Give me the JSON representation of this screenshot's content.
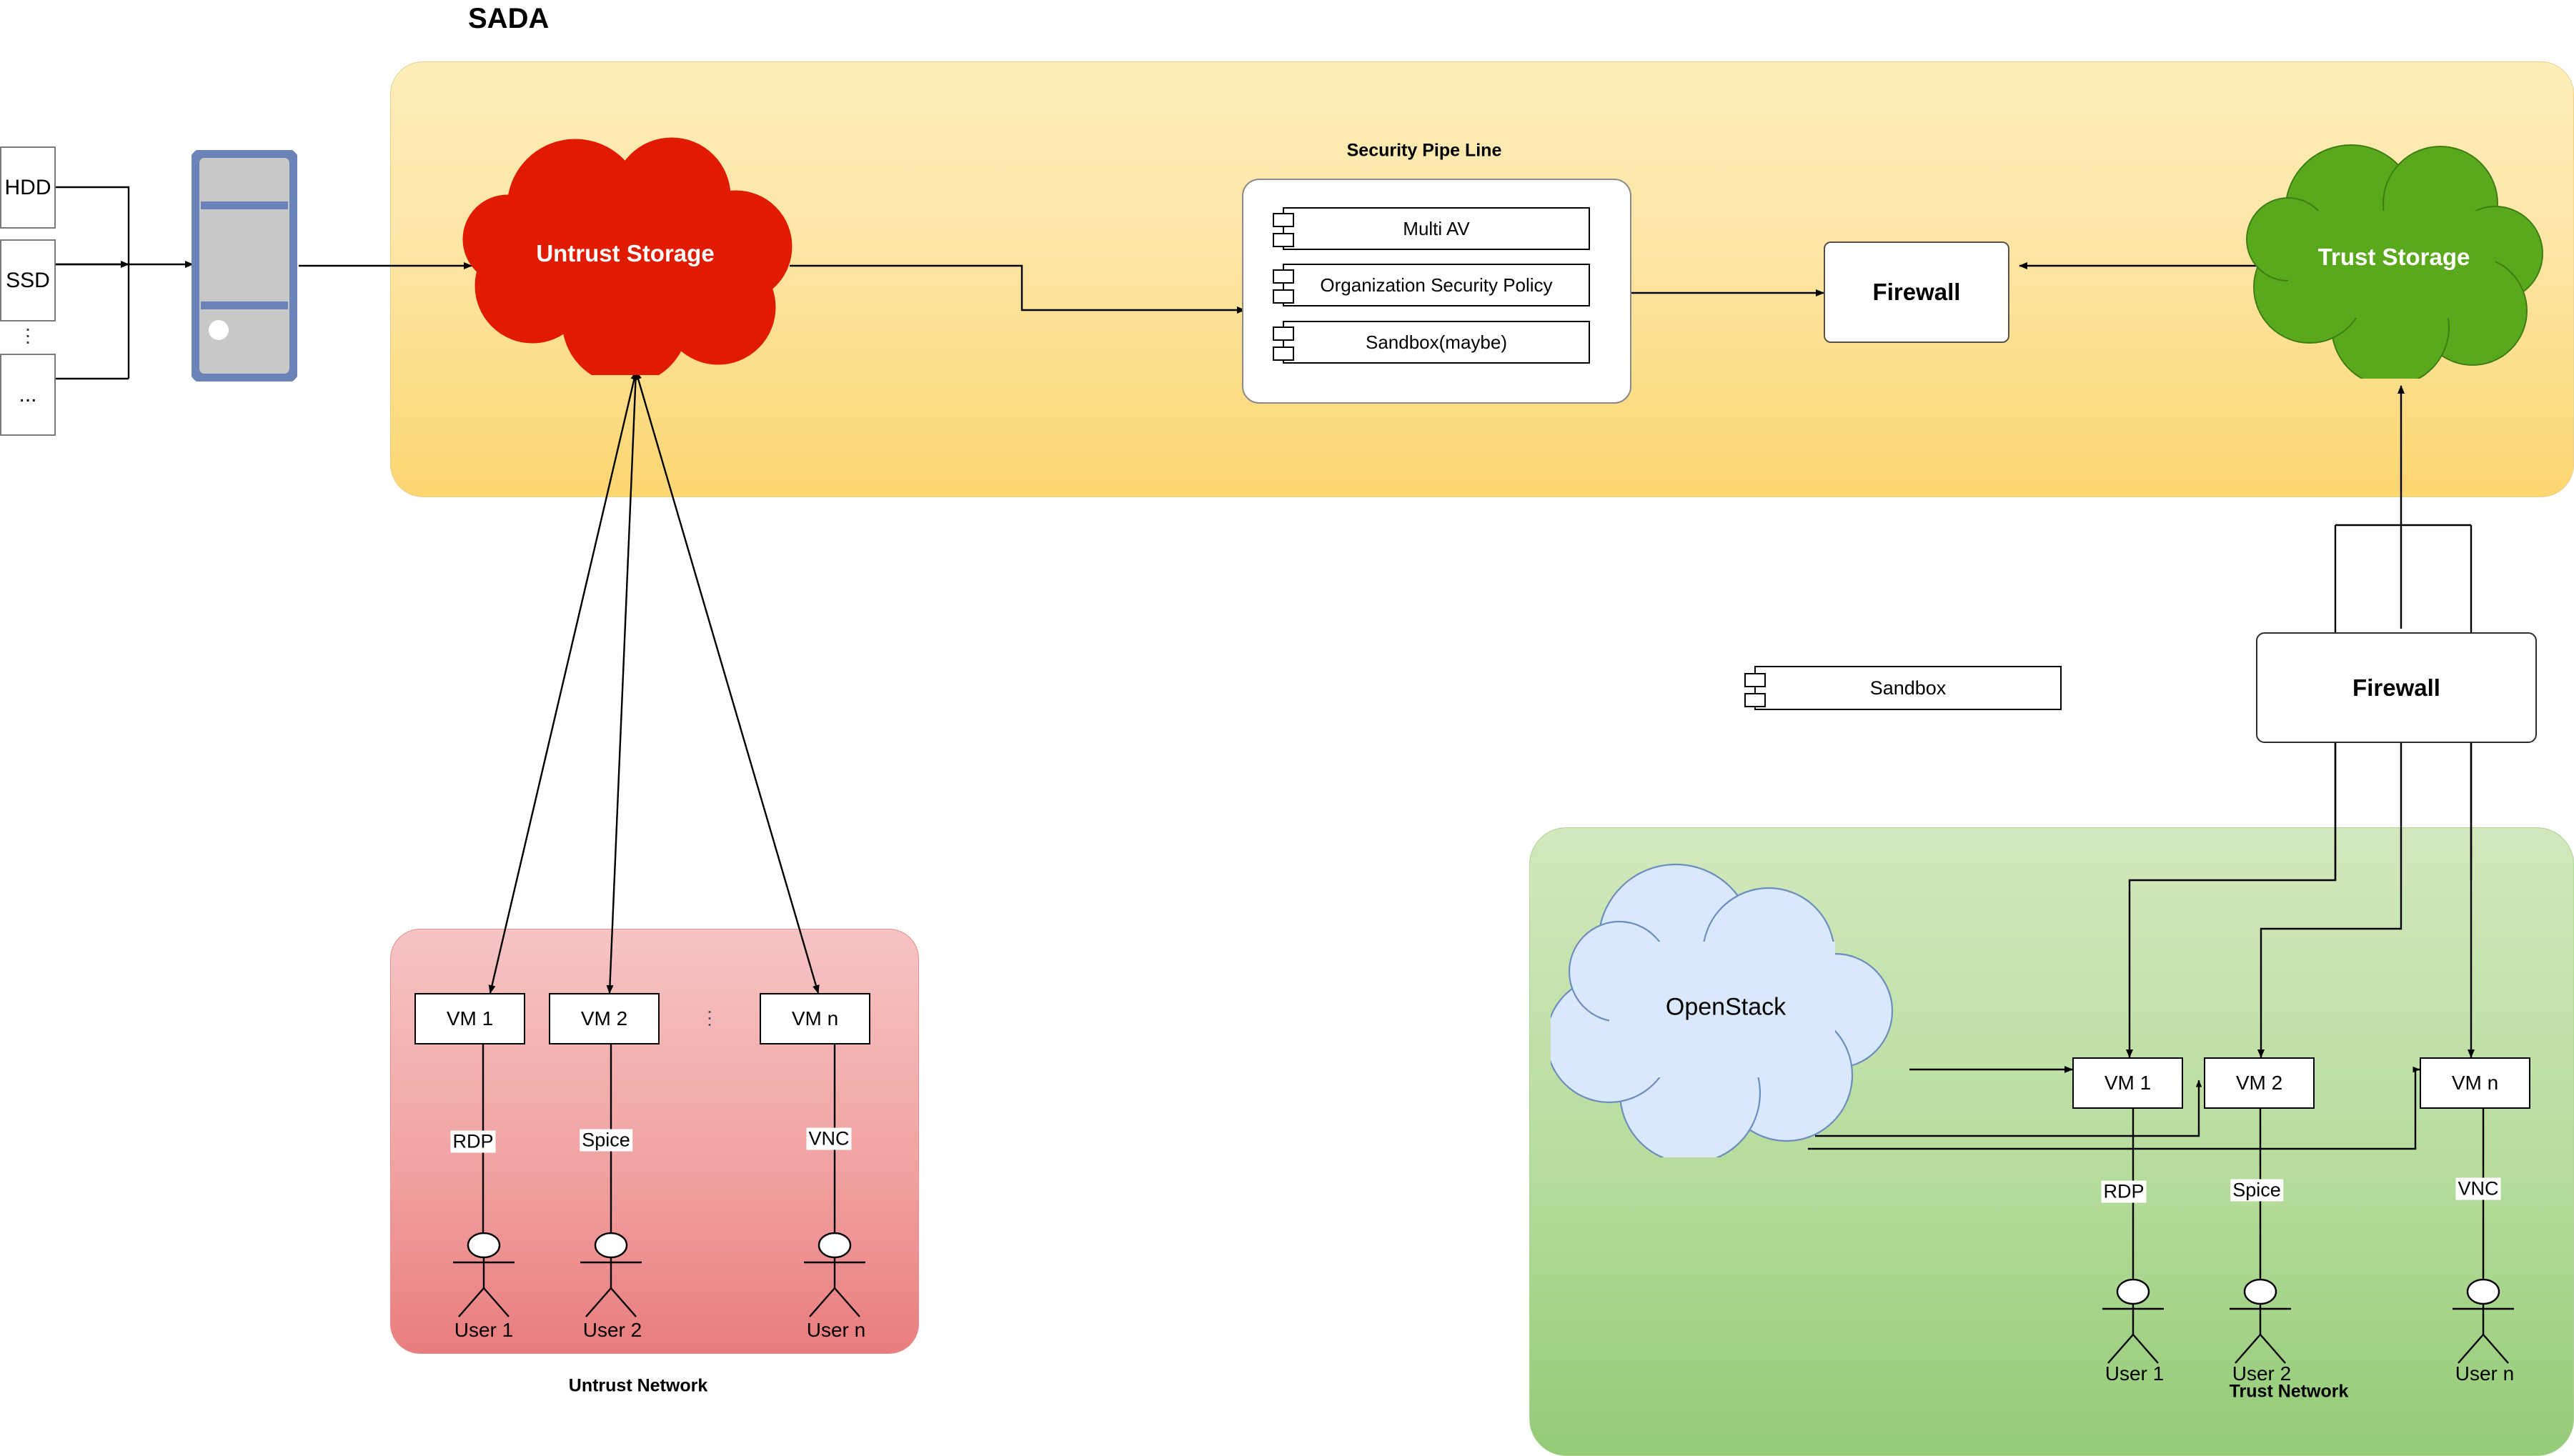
{
  "title": "SADA",
  "colors": {
    "untrust_storage_cloud": "#E01B00",
    "trust_storage_cloud": "#5AA81C",
    "openstack_cloud": "#DAE8FC",
    "openstack_cloud_border": "#6C8EBF",
    "sada_band_top": "#FDEEBA",
    "sada_band_bottom": "#FCD670",
    "untrust_network_top": "#F6C4C4",
    "untrust_network_bottom": "#E97D7D",
    "trust_network_top": "#D2E8BD",
    "trust_network_bottom": "#93CB77",
    "server_tower_border": "#6B83B8",
    "server_tower_fill": "#C8C8C8",
    "line": "#000000"
  },
  "storage_media": {
    "items": [
      {
        "label": "HDD"
      },
      {
        "label": "SSD"
      },
      {
        "label": "..."
      }
    ],
    "ellipsis": "⋮"
  },
  "server_tower": {
    "name": "server-tower"
  },
  "sada": {
    "untrust_storage": {
      "label": "Untrust Storage"
    },
    "trust_storage": {
      "label": "Trust Storage"
    },
    "security_pipeline": {
      "title": "Security Pipe Line",
      "stages": [
        {
          "label": "Multi AV"
        },
        {
          "label": "Organization Security Policy"
        },
        {
          "label": "Sandbox(maybe)"
        }
      ]
    },
    "firewall": {
      "label": "Firewall"
    }
  },
  "lower_right": {
    "sandbox": {
      "label": "Sandbox"
    },
    "firewall": {
      "label": "Firewall"
    }
  },
  "untrust_network": {
    "caption": "Untrust Network",
    "vms": [
      {
        "label": "VM 1"
      },
      {
        "label": "VM 2"
      },
      {
        "label": "VM n"
      }
    ],
    "protocols": [
      {
        "label": "RDP"
      },
      {
        "label": "Spice"
      },
      {
        "label": "VNC"
      }
    ],
    "users": [
      {
        "label": "User 1"
      },
      {
        "label": "User 2"
      },
      {
        "label": "User n"
      }
    ],
    "ellipsis": "⋮"
  },
  "trust_network": {
    "caption": "Trust Network",
    "openstack": {
      "label": "OpenStack"
    },
    "vms": [
      {
        "label": "VM 1"
      },
      {
        "label": "VM 2"
      },
      {
        "label": "VM n"
      }
    ],
    "protocols": [
      {
        "label": "RDP"
      },
      {
        "label": "Spice"
      },
      {
        "label": "VNC"
      }
    ],
    "users": [
      {
        "label": "User 1"
      },
      {
        "label": "User 2"
      },
      {
        "label": "User n"
      }
    ]
  }
}
